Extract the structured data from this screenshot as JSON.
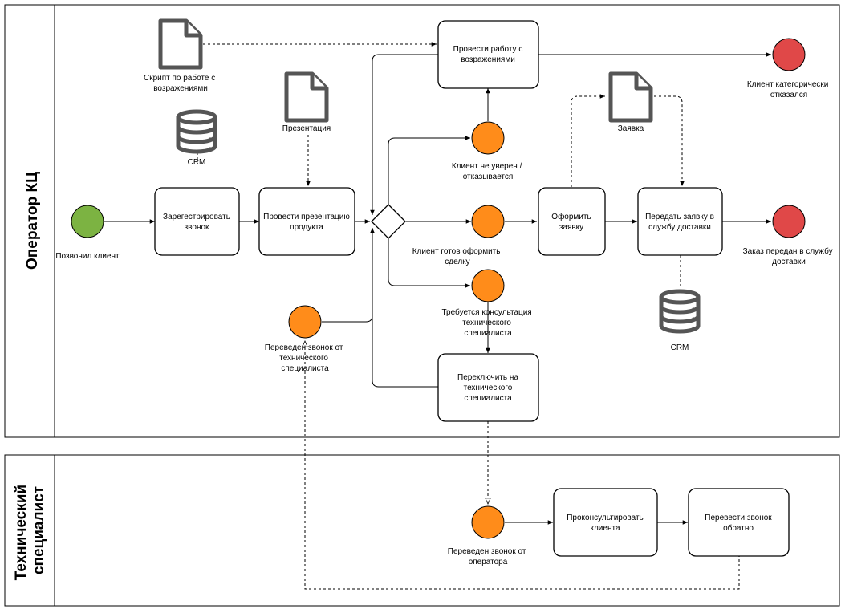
{
  "lanes": {
    "operator": "Оператор КЦ",
    "tech": "Технический специалист"
  },
  "events": {
    "start": "Позвонил клиент",
    "refused": "Клиент категорически отказался",
    "order_sent": "Заказ передан в службу доставки",
    "unsure": [
      "Клиент не уверен /",
      "отказывается"
    ],
    "ready": [
      "Клиент готов оформить",
      "сделку"
    ],
    "consult": [
      "Требуется консультация",
      "технического",
      "специалиста"
    ],
    "returned": [
      "Переведен звонок от",
      "технического",
      "специалиста"
    ],
    "from_operator": [
      "Переведен звонок от",
      "оператора"
    ]
  },
  "tasks": {
    "register": [
      "Зарегестрировать",
      "звонок"
    ],
    "present": [
      "Провести презентацию",
      "продукта"
    ],
    "objections": [
      "Провести работу с",
      "возражениями"
    ],
    "form_order": [
      "Оформить",
      "заявку"
    ],
    "transfer_delivery": [
      "Передать заявку в",
      "службу доставки"
    ],
    "switch_tech": [
      "Переключить на",
      "технического",
      "специалиста"
    ],
    "consult_client": [
      "Проконсультировать",
      "клиента"
    ],
    "transfer_back": [
      "Перевести звонок",
      "обратно"
    ]
  },
  "artifacts": {
    "script": [
      "Скрипт по работе с",
      "возражениями"
    ],
    "presentation": "Презентация",
    "order": "Заявка",
    "crm_top": "CRM",
    "crm_bottom": "CRM"
  },
  "colors": {
    "start": "#7cb342",
    "intermediate": "#ff8c1a",
    "end": "#e04848"
  }
}
